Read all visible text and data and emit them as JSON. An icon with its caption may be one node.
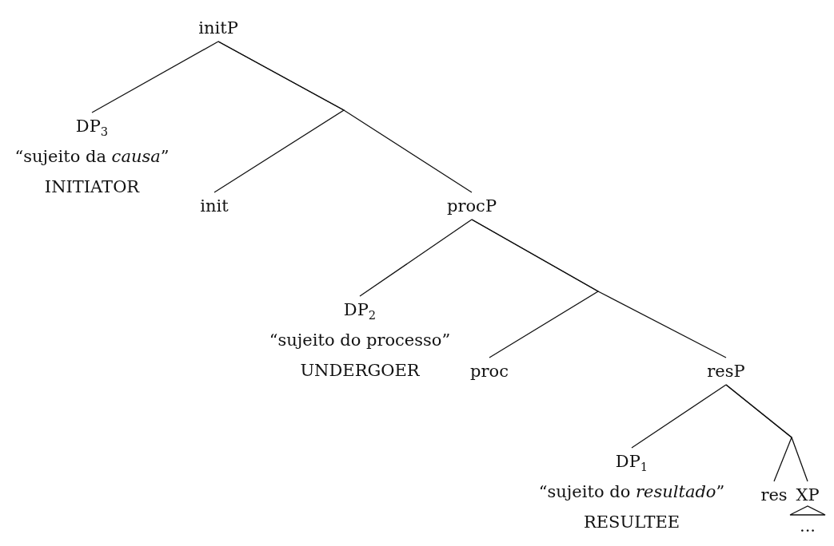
{
  "diagram": {
    "nodes": [
      {
        "text": [
          "initP"
        ]
      },
      {
        "text": [
          "DP$_{3}$",
          "“sujeito da *causa*”",
          "INITIATOR"
        ]
      },
      {
        "text": [
          "init"
        ]
      },
      {
        "text": [
          "procP"
        ]
      },
      {
        "text": [
          "DP$_{2}$",
          "“sujeito do processo”",
          "UNDERGOER"
        ]
      },
      {
        "text": [
          "proc"
        ]
      },
      {
        "text": [
          "resP"
        ]
      },
      {
        "text": [
          "DP$_{1}$",
          "“sujeito do *resultado*”",
          "RESULTEE"
        ]
      },
      {
        "text": [
          "res"
        ]
      },
      {
        "text": [
          "XP"
        ]
      },
      {
        "text": [
          "..."
        ]
      }
    ],
    "edges": [
      {
        "from": 0,
        "to": 1,
        "arrow": "none"
      },
      {
        "from": 0,
        "to": 2,
        "arrow": "none"
      },
      {
        "from": 0,
        "to": 3,
        "arrow": "none"
      },
      {
        "from": 3,
        "to": 4,
        "arrow": "none"
      },
      {
        "from": 3,
        "to": 5,
        "arrow": "none"
      },
      {
        "from": 3,
        "to": 6,
        "arrow": "none"
      },
      {
        "from": 6,
        "to": 7,
        "arrow": "none"
      },
      {
        "from": 6,
        "to": 8,
        "arrow": "none"
      },
      {
        "from": 6,
        "to": 9,
        "arrow": "none"
      }
    ]
  }
}
